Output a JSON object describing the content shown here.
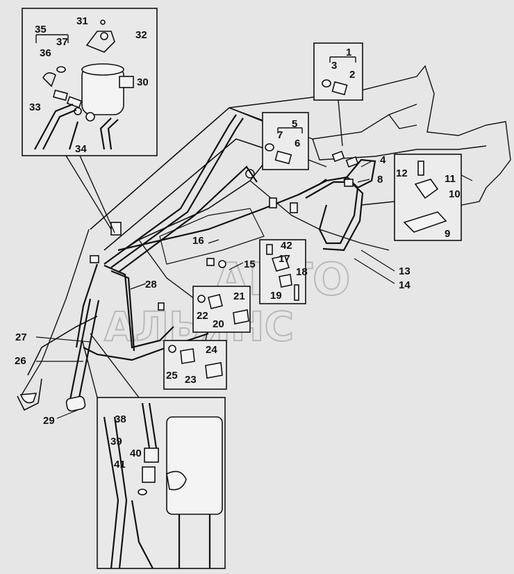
{
  "callouts": {
    "c1": "1",
    "c2": "2",
    "c3": "3",
    "c4": "4",
    "c5": "5",
    "c6": "6",
    "c7": "7",
    "c8": "8",
    "c9": "9",
    "c10": "10",
    "c11": "11",
    "c12": "12",
    "c13": "13",
    "c14": "14",
    "c15": "15",
    "c16": "16",
    "c17": "17",
    "c18": "18",
    "c19": "19",
    "c20": "20",
    "c21": "21",
    "c22": "22",
    "c23": "23",
    "c24": "24",
    "c25": "25",
    "c26": "26",
    "c27": "27",
    "c28": "28",
    "c29": "29",
    "c30": "30",
    "c31": "31",
    "c32": "32",
    "c33": "33",
    "c34": "34",
    "c35": "35",
    "c36": "36",
    "c37": "37",
    "c38": "38",
    "c39": "39",
    "c40": "40",
    "c41": "41",
    "c42": "42"
  },
  "watermark": {
    "line1": "АВТО",
    "line2": "АЛЬЯНС"
  }
}
